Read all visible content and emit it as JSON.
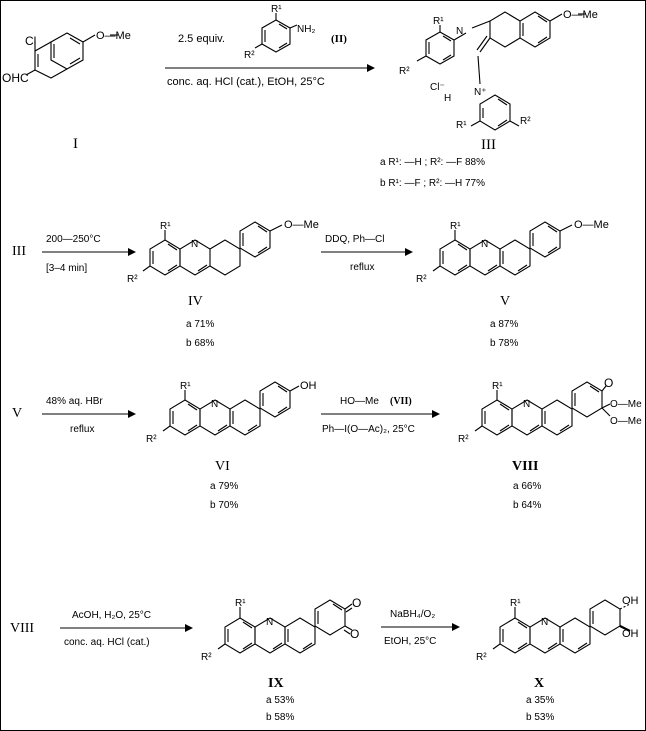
{
  "step1": {
    "reagent_top": "2.5 equiv.",
    "reagent_label": "(II)",
    "conditions": "conc. aq. HCl (cat.), EtOH, 25°C",
    "start_label": "I",
    "product_label": "III",
    "yield_a": "a R¹: —H ; R²: —F   88%",
    "yield_b": "b R¹: —F ; R²: —H   77%",
    "atoms": {
      "cl": "Cl",
      "ohc": "OHC",
      "ome": "O—Me",
      "nh2": "NH₂",
      "r1": "R¹",
      "r2": "R²",
      "h": "H",
      "n": "N",
      "n_plus": "N⁺",
      "cl_minus": "Cl⁻"
    }
  },
  "step2": {
    "start_label": "III",
    "cond1_top": "200—250°C",
    "cond1_bottom": "[3–4 min]",
    "product1_label": "IV",
    "product1_yields": [
      "a 71%",
      "b 68%"
    ],
    "cond2_top": "DDQ,  Ph—Cl",
    "cond2_bottom": "reflux",
    "product2_label": "V",
    "product2_yields": [
      "a 87%",
      "b 78%"
    ]
  },
  "step3": {
    "start_label": "V",
    "cond1_top": "48% aq. HBr",
    "cond1_bottom": "reflux",
    "product1_label": "VI",
    "product1_yields": [
      "a 79%",
      "b 70%"
    ],
    "cond2_top": "HO—Me",
    "cond2_top_label": "(VII)",
    "cond2_bottom": "Ph—I(O—Ac)₂, 25°C",
    "product2_label": "VIII",
    "product2_yields": [
      "a 66%",
      "b 64%"
    ],
    "atoms": {
      "oh": "OH",
      "o": "O",
      "ome": "O—Me"
    }
  },
  "step4": {
    "start_label": "VIII",
    "cond1_top": "AcOH, H₂O, 25°C",
    "cond1_bottom": "conc. aq. HCl (cat.)",
    "product1_label": "IX",
    "product1_yields": [
      "a 53%",
      "b 58%"
    ],
    "cond2_top": "NaBH₄/O₂",
    "cond2_bottom": "EtOH, 25°C",
    "product2_label": "X",
    "product2_yields": [
      "a 35%",
      "b 53%"
    ],
    "atoms": {
      "o": "O",
      "oh": "OH"
    }
  }
}
